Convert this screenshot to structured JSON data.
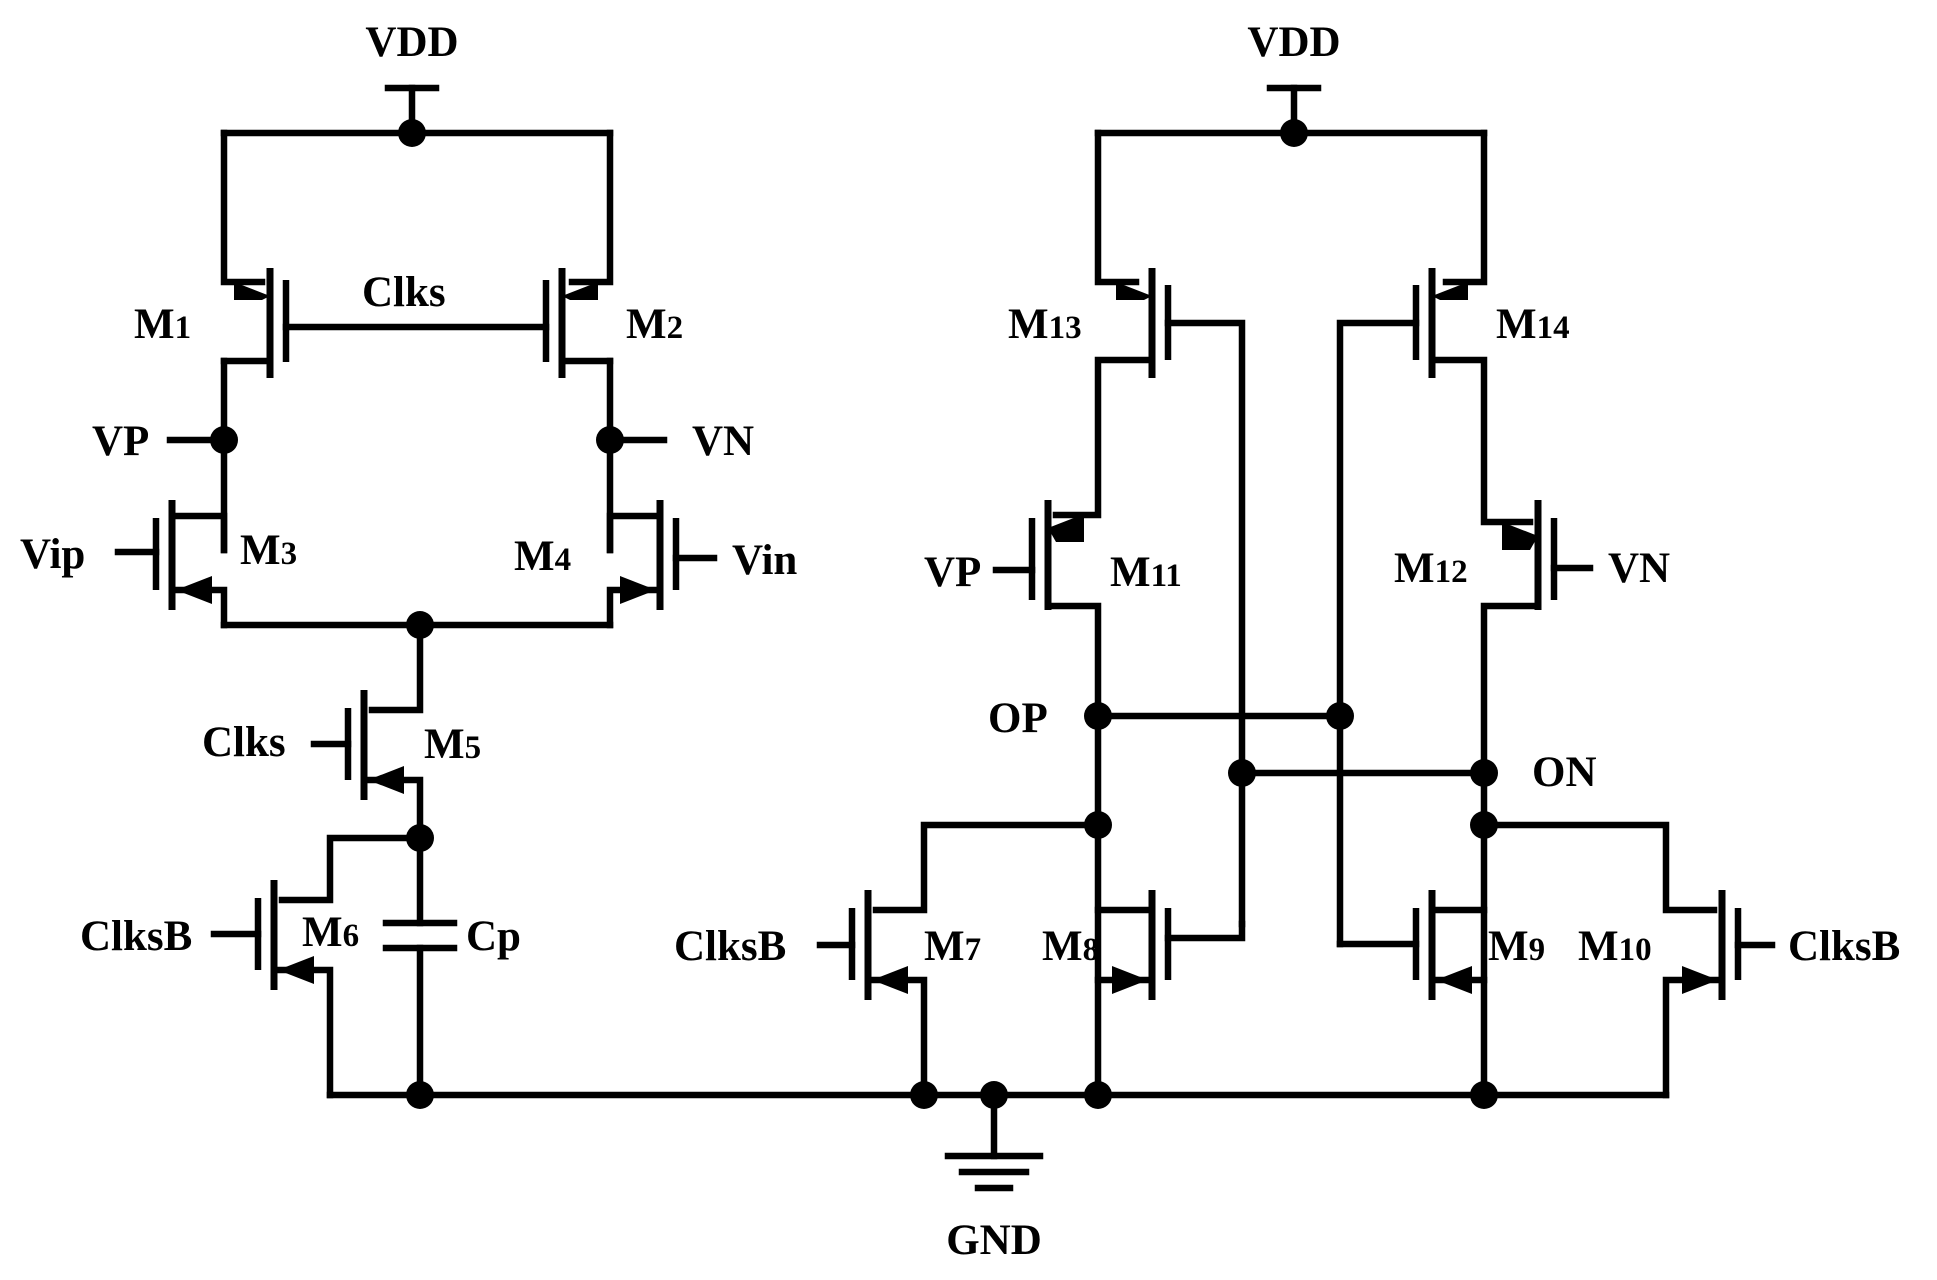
{
  "labels": {
    "vdd_left": "VDD",
    "vdd_right": "VDD",
    "gnd": "GND",
    "clks_top": "Clks",
    "clks_m5": "Clks",
    "clksb_m6": "ClksB",
    "clksb_m7": "ClksB",
    "clksb_m10": "ClksB",
    "vp_node": "VP",
    "vn_node": "VN",
    "vip": "Vip",
    "vin": "Vin",
    "vp_m11": "VP",
    "vn_m12": "VN",
    "op": "OP",
    "on": "ON",
    "cp": "Cp"
  },
  "transistors": {
    "m1": {
      "letter": "M",
      "index": "1"
    },
    "m2": {
      "letter": "M",
      "index": "2"
    },
    "m3": {
      "letter": "M",
      "index": "3"
    },
    "m4": {
      "letter": "M",
      "index": "4"
    },
    "m5": {
      "letter": "M",
      "index": "5"
    },
    "m6": {
      "letter": "M",
      "index": "6"
    },
    "m7": {
      "letter": "M",
      "index": "7"
    },
    "m8": {
      "letter": "M",
      "index": "8"
    },
    "m9": {
      "letter": "M",
      "index": "9"
    },
    "m10": {
      "letter": "M",
      "index": "10"
    },
    "m11": {
      "letter": "M",
      "index": "11"
    },
    "m12": {
      "letter": "M",
      "index": "12"
    },
    "m13": {
      "letter": "M",
      "index": "13"
    },
    "m14": {
      "letter": "M",
      "index": "14"
    }
  },
  "colors": {
    "ink": "#000000",
    "background": "#ffffff"
  }
}
